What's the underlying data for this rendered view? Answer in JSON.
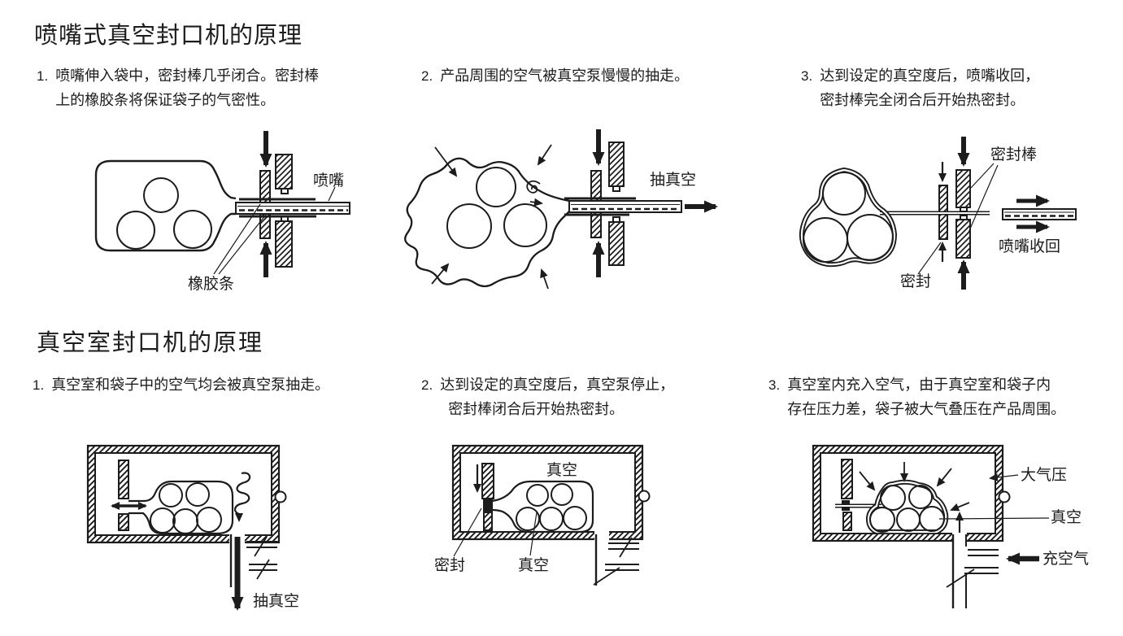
{
  "page": {
    "background": "#ffffff",
    "ink": "#1c1c1c"
  },
  "section1": {
    "title": "喷嘴式真空封口机的原理",
    "steps": [
      {
        "num": "1.",
        "line1": "喷嘴伸入袋中，密封棒几乎闭合。密封棒",
        "line2": "上的橡胶条将保证袋子的气密性。"
      },
      {
        "num": "2.",
        "line1": "产品周围的空气被真空泵慢慢的抽走。",
        "line2": ""
      },
      {
        "num": "3.",
        "line1": "达到设定的真空度后，喷嘴收回，",
        "line2": "密封棒完全闭合后开始热密封。"
      }
    ],
    "diagram1_labels": {
      "nozzle": "喷嘴",
      "rubber_strip": "橡胶条"
    },
    "diagram2_labels": {
      "draw_vacuum": "抽真空"
    },
    "diagram3_labels": {
      "sealing_bar": "密封棒",
      "nozzle_retract": "喷嘴收回",
      "seal": "密封"
    }
  },
  "section2": {
    "title": "真空室封口机的原理",
    "steps": [
      {
        "num": "1.",
        "line1": "真空室和袋子中的空气均会被真空泵抽走。",
        "line2": ""
      },
      {
        "num": "2.",
        "line1": "达到设定的真空度后，真空泵停止，",
        "line2": "密封棒闭合后开始热密封。"
      },
      {
        "num": "3.",
        "line1": "真空室内充入空气，由于真空室和袋子内",
        "line2": "存在压力差，袋子被大气叠压在产品周围。"
      }
    ],
    "diagram4_labels": {
      "draw_vacuum": "抽真空"
    },
    "diagram5_labels": {
      "vacuum_chamber": "真空",
      "seal": "密封",
      "vacuum_bag": "真空"
    },
    "diagram6_labels": {
      "atmospheric_pressure": "大气压",
      "vacuum": "真空",
      "fill_air": "充空气"
    }
  }
}
